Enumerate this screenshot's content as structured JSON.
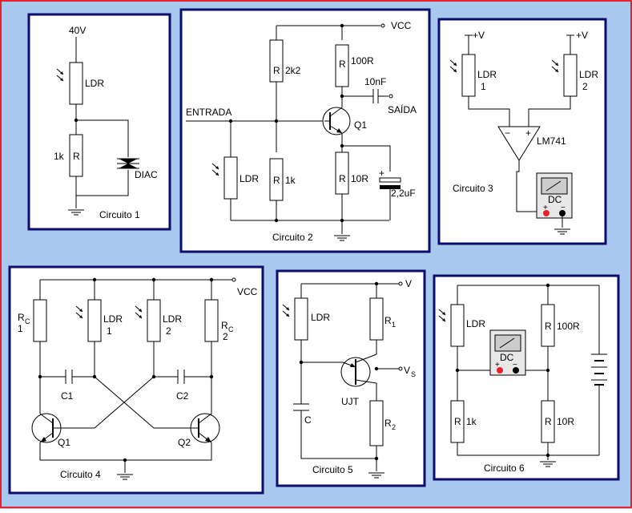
{
  "colors": {
    "background": "#a9c8ee",
    "outer_border": "#e8202a",
    "panel_border": "#0d0d6e",
    "probe_red": "#e8202a"
  },
  "icons": [
    "ldr-light-arrows-icon",
    "ground-icon",
    "diac-icon",
    "transistor-npn-icon",
    "capacitor-icon",
    "electrolytic-capacitor-icon",
    "op-amp-icon",
    "multimeter-icon",
    "ujt-icon",
    "battery-icon"
  ],
  "c1": {
    "title": "Circuito 1",
    "supply": "40V",
    "ldr": "LDR",
    "r": "R",
    "rval": "1k",
    "diac": "DIAC"
  },
  "c2": {
    "title": "Circuito 2",
    "vcc": "VCC",
    "entrada": "ENTRADA",
    "saida": "SAÍDA",
    "r": "R",
    "r1val": "2k2",
    "r2val": "100R",
    "r3val": "1k",
    "r4val": "10R",
    "cap": "10nF",
    "ecap": "2,2uF",
    "ldr": "LDR",
    "q": "Q1",
    "plus": "+"
  },
  "c3": {
    "title": "Circuito 3",
    "pv": "+V",
    "ldr": "LDR",
    "n1": "1",
    "n2": "2",
    "opamp": "LM741",
    "minus": "−",
    "plus": "+",
    "dc": "DC",
    "pm": "+",
    "mm": "−"
  },
  "c4": {
    "title": "Circuito 4",
    "vcc": "VCC",
    "r": "R",
    "sub": "C",
    "n1": "1",
    "n2": "2",
    "ldr": "LDR",
    "c1": "C1",
    "c2": "C2",
    "q1": "Q1",
    "q2": "Q2"
  },
  "c5": {
    "title": "Circuito 5",
    "v": "V",
    "ldr": "LDR",
    "r": "R",
    "n1": "1",
    "n2": "2",
    "vs": "V",
    "vsub": "S",
    "ujt": "UJT",
    "c": "C"
  },
  "c6": {
    "title": "Circuito 6",
    "ldr": "LDR",
    "r": "R",
    "r1val": "100R",
    "r2val": "1k",
    "r3val": "10R",
    "dc": "DC",
    "pm": "+",
    "mm": "−"
  }
}
